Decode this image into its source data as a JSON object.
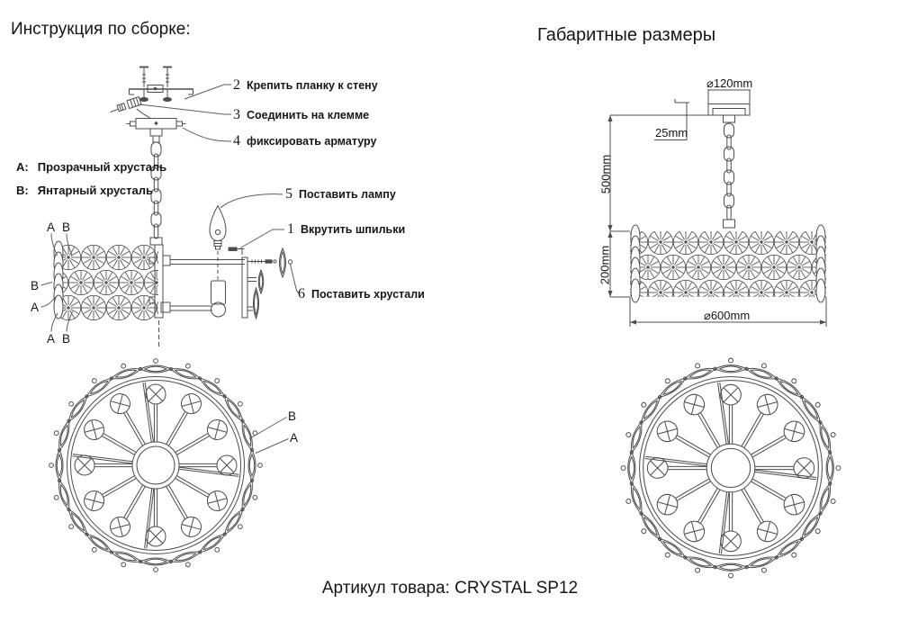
{
  "assembly": {
    "title": "Инструкция по сборке:",
    "legend": [
      {
        "key": "A:",
        "label": "Прозрачный хрусталь"
      },
      {
        "key": "B:",
        "label": "Янтарный хрусталь"
      }
    ],
    "callouts": [
      {
        "num": "2",
        "label": "Крепить планку к стену"
      },
      {
        "num": "3",
        "label": "Соединить на клемме"
      },
      {
        "num": "4",
        "label": "фиксировать арматуру"
      },
      {
        "num": "5",
        "label": "Поставить лампу"
      },
      {
        "num": "1",
        "label": "Вкрутить шпильки"
      },
      {
        "num": "6",
        "label": "Поставить хрустали"
      }
    ],
    "marks": {
      "a": "A",
      "b": "B"
    }
  },
  "dimensions": {
    "title": "Габаритные размеры",
    "canopy_diameter": "⌀120mm",
    "canopy_height": "25mm",
    "chain_length": "500mm",
    "shade_height": "200mm",
    "shade_diameter": "⌀600mm"
  },
  "footer": {
    "article": "Артикул товара: CRYSTAL SP12"
  }
}
